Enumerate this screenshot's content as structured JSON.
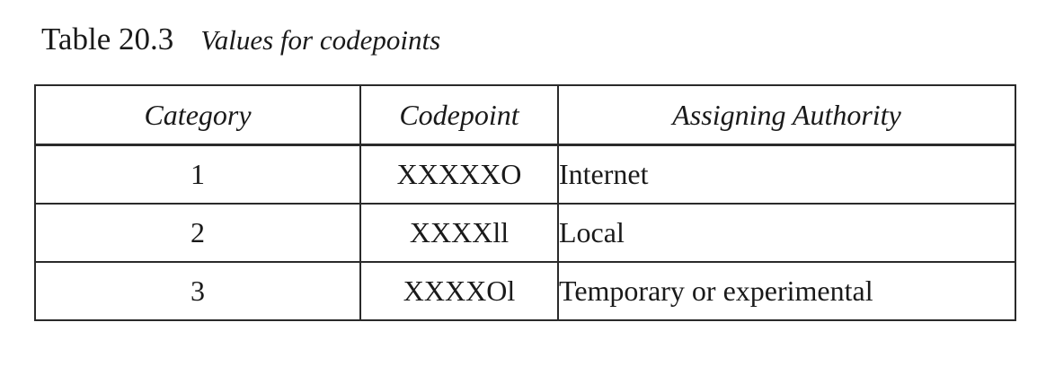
{
  "caption": {
    "label": "Table 20.3",
    "title": "Values for codepoints"
  },
  "table": {
    "headers": [
      "Category",
      "Codepoint",
      "Assigning Authority"
    ],
    "rows": [
      [
        "1",
        "XXXXXO",
        "Internet"
      ],
      [
        "2",
        "XXXXll",
        "Local"
      ],
      [
        "3",
        "XXXXOl",
        "Temporary or experimental"
      ]
    ]
  }
}
